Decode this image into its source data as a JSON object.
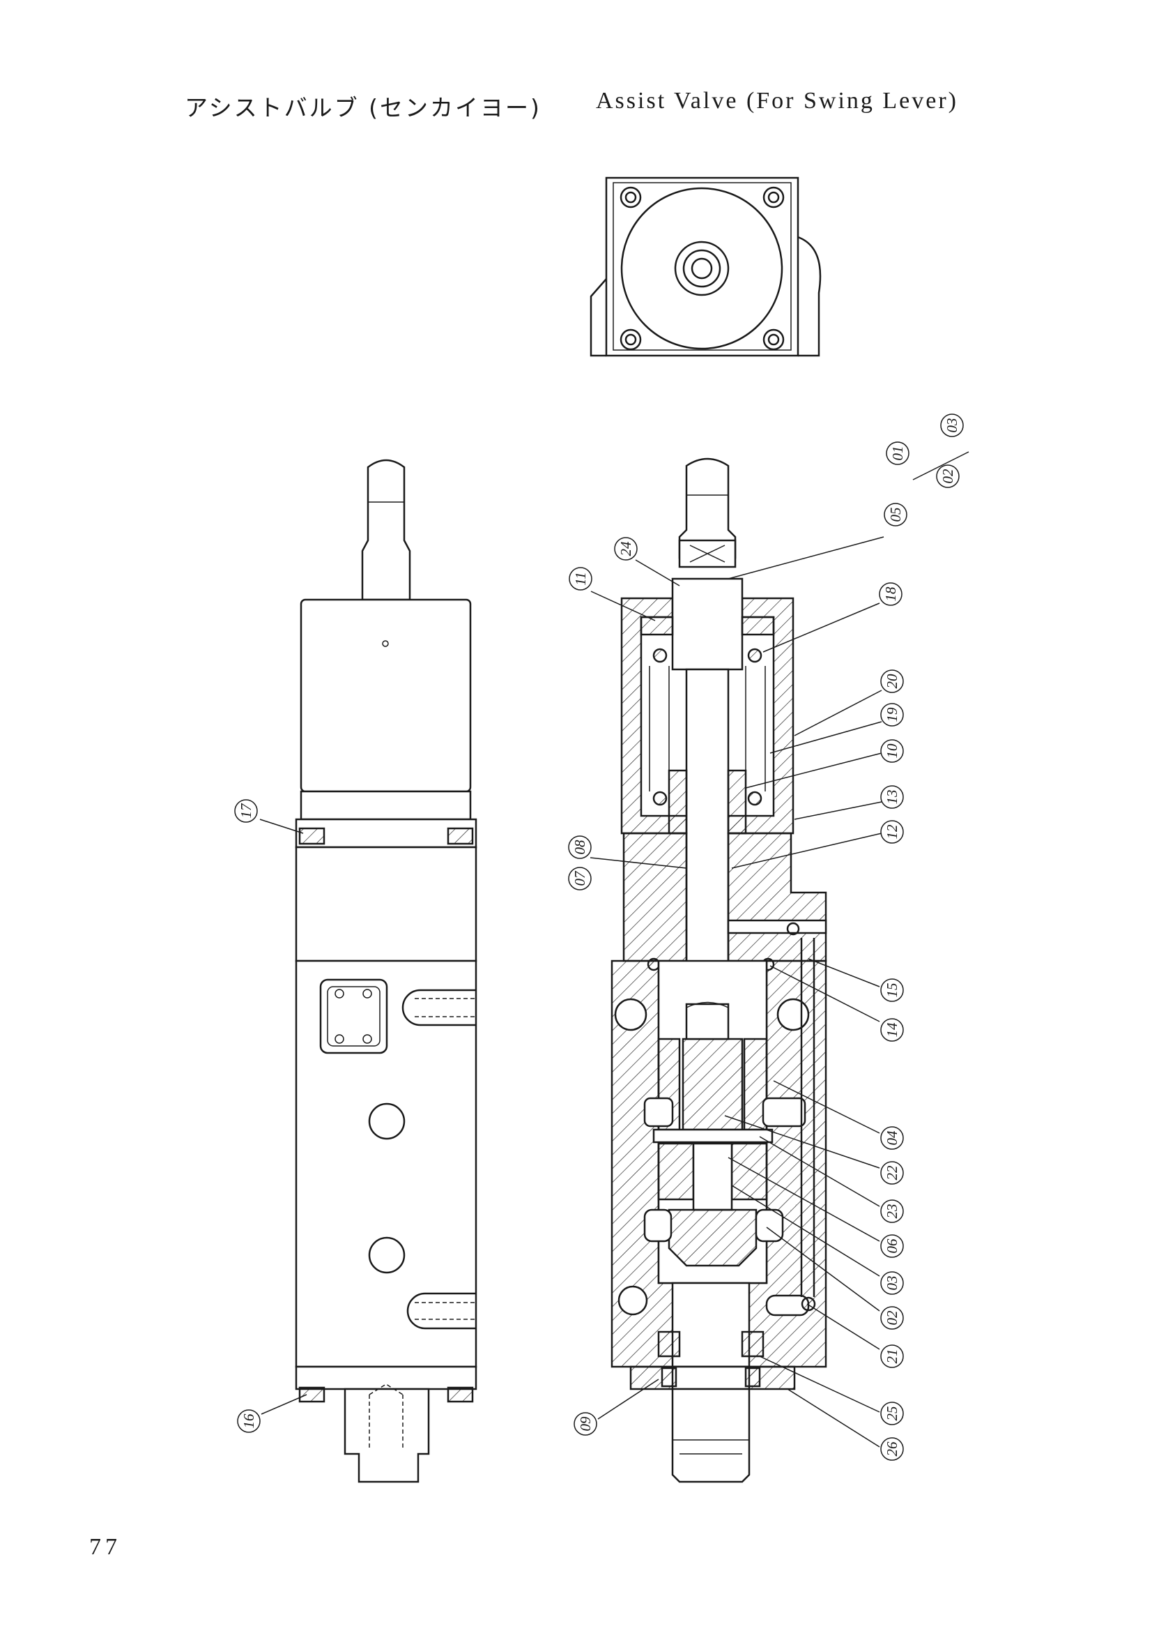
{
  "title": {
    "japanese": "アシストバルブ (センカイヨー)",
    "english": "Assist Valve (For Swing Lever)"
  },
  "page_number": "77",
  "callouts": {
    "c01": "01",
    "c02a": "02",
    "c03a": "03",
    "c05": "05",
    "c24": "24",
    "c11": "11",
    "c18": "18",
    "c20": "20",
    "c19": "19",
    "c10": "10",
    "c13": "13",
    "c12": "12",
    "c08": "08",
    "c07": "07",
    "c15": "15",
    "c14": "14",
    "c04": "04",
    "c22": "22",
    "c23": "23",
    "c06": "06",
    "c03b": "03",
    "c02b": "02",
    "c21": "21",
    "c25": "25",
    "c26": "26",
    "c09": "09",
    "c17": "17",
    "c16": "16"
  }
}
